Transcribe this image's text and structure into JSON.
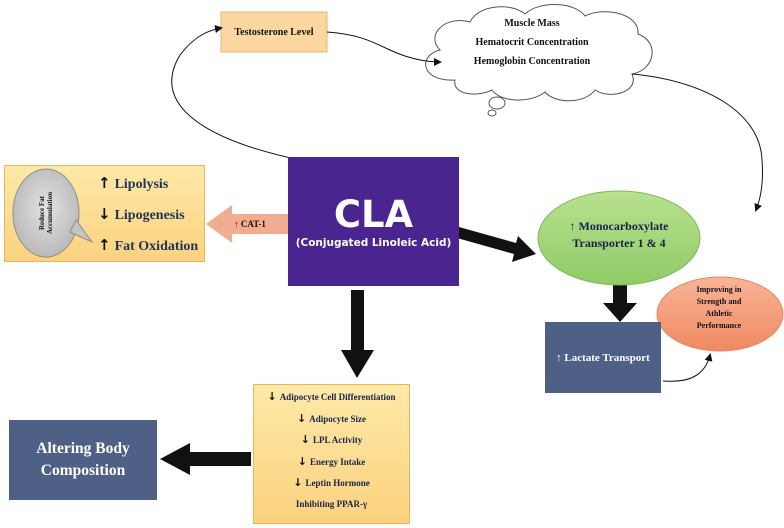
{
  "colors": {
    "cla_fill": "#4a2590",
    "box_yellow": "#fcd27f",
    "slate": "#4f6086",
    "ellipse_green": "#a5d67d",
    "circle_salmon": "#f5a07e",
    "cat_arrow": "#f2ac8f"
  },
  "testosterone": {
    "label": "Testosterone Level"
  },
  "cloud": {
    "lines": [
      "Muscle Mass",
      "Hematocrit Concentration",
      "Hemoglobin Concentration"
    ]
  },
  "fat": {
    "bubble": "Reduce Fat Accumulation",
    "items": [
      {
        "arrow": "↑",
        "label": "Lipolysis"
      },
      {
        "arrow": "↓",
        "label": "Lipogenesis"
      },
      {
        "arrow": "↑",
        "label": "Fat Oxidation"
      }
    ]
  },
  "cla": {
    "title": "CLA",
    "subtitle": "(Conjugated Linoleic Acid)"
  },
  "cat": {
    "label": "↑ CAT-1"
  },
  "mct": {
    "line1": "↑ Monocarboxylate",
    "line2": "Transporter 1 & 4"
  },
  "improve": {
    "line1": "Improving in",
    "line2": "Strength and",
    "line3": "Athletic",
    "line4": "Performance"
  },
  "lactate": {
    "label": "↑ Lactate Transport"
  },
  "adipocyte": {
    "items": [
      {
        "arrow": "↓",
        "label": "Adipocyte Cell Differentiation"
      },
      {
        "arrow": "↓",
        "label": "Adipocyte Size"
      },
      {
        "arrow": "↓",
        "label": "LPL Activity"
      },
      {
        "arrow": "↓",
        "label": "Energy Intake"
      },
      {
        "arrow": "↓",
        "label": "Leptin Hormone"
      },
      {
        "arrow": "",
        "label": "Inhibiting PPAR-γ"
      }
    ]
  },
  "body_comp": {
    "line1": "Altering Body",
    "line2": "Composition"
  }
}
